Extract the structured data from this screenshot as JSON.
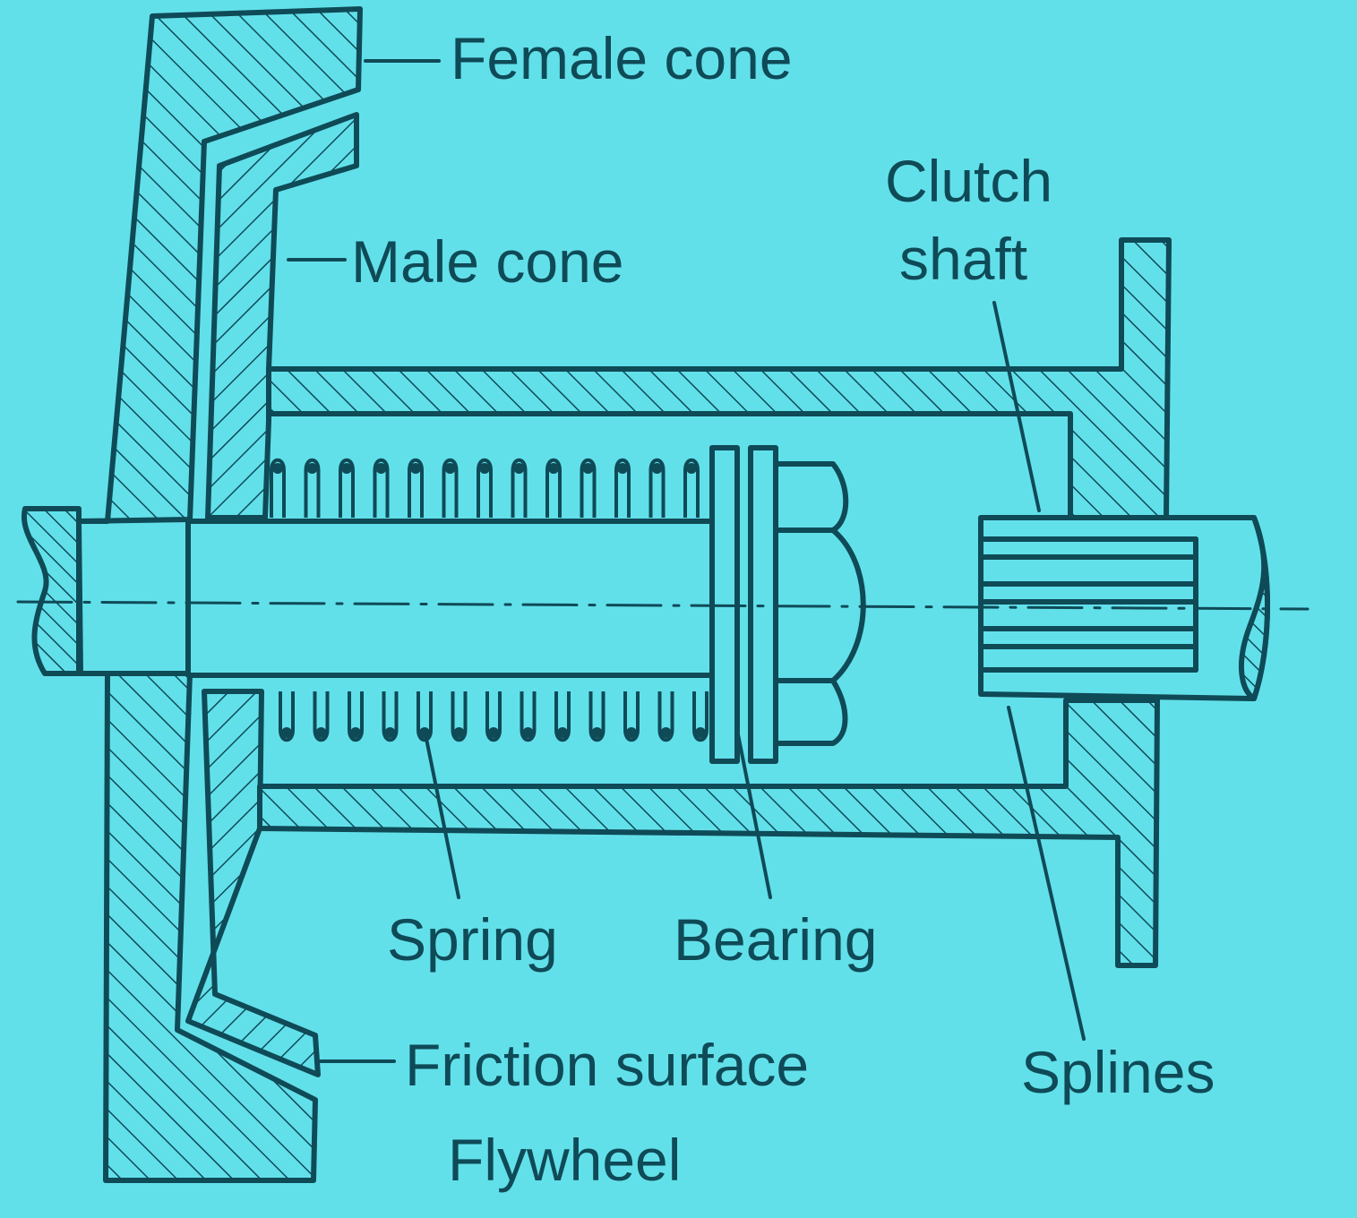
{
  "diagram": {
    "colors": {
      "background": "#62e0ea",
      "ink": "#0f4a57"
    },
    "labels": {
      "female_cone": "Female cone",
      "male_cone": "Male cone",
      "clutch_shaft_line1": "Clutch",
      "clutch_shaft_line2": "shaft",
      "spring": "Spring",
      "bearing": "Bearing",
      "friction_surface": "Friction surface",
      "flywheel": "Flywheel",
      "splines": "Splines"
    }
  }
}
